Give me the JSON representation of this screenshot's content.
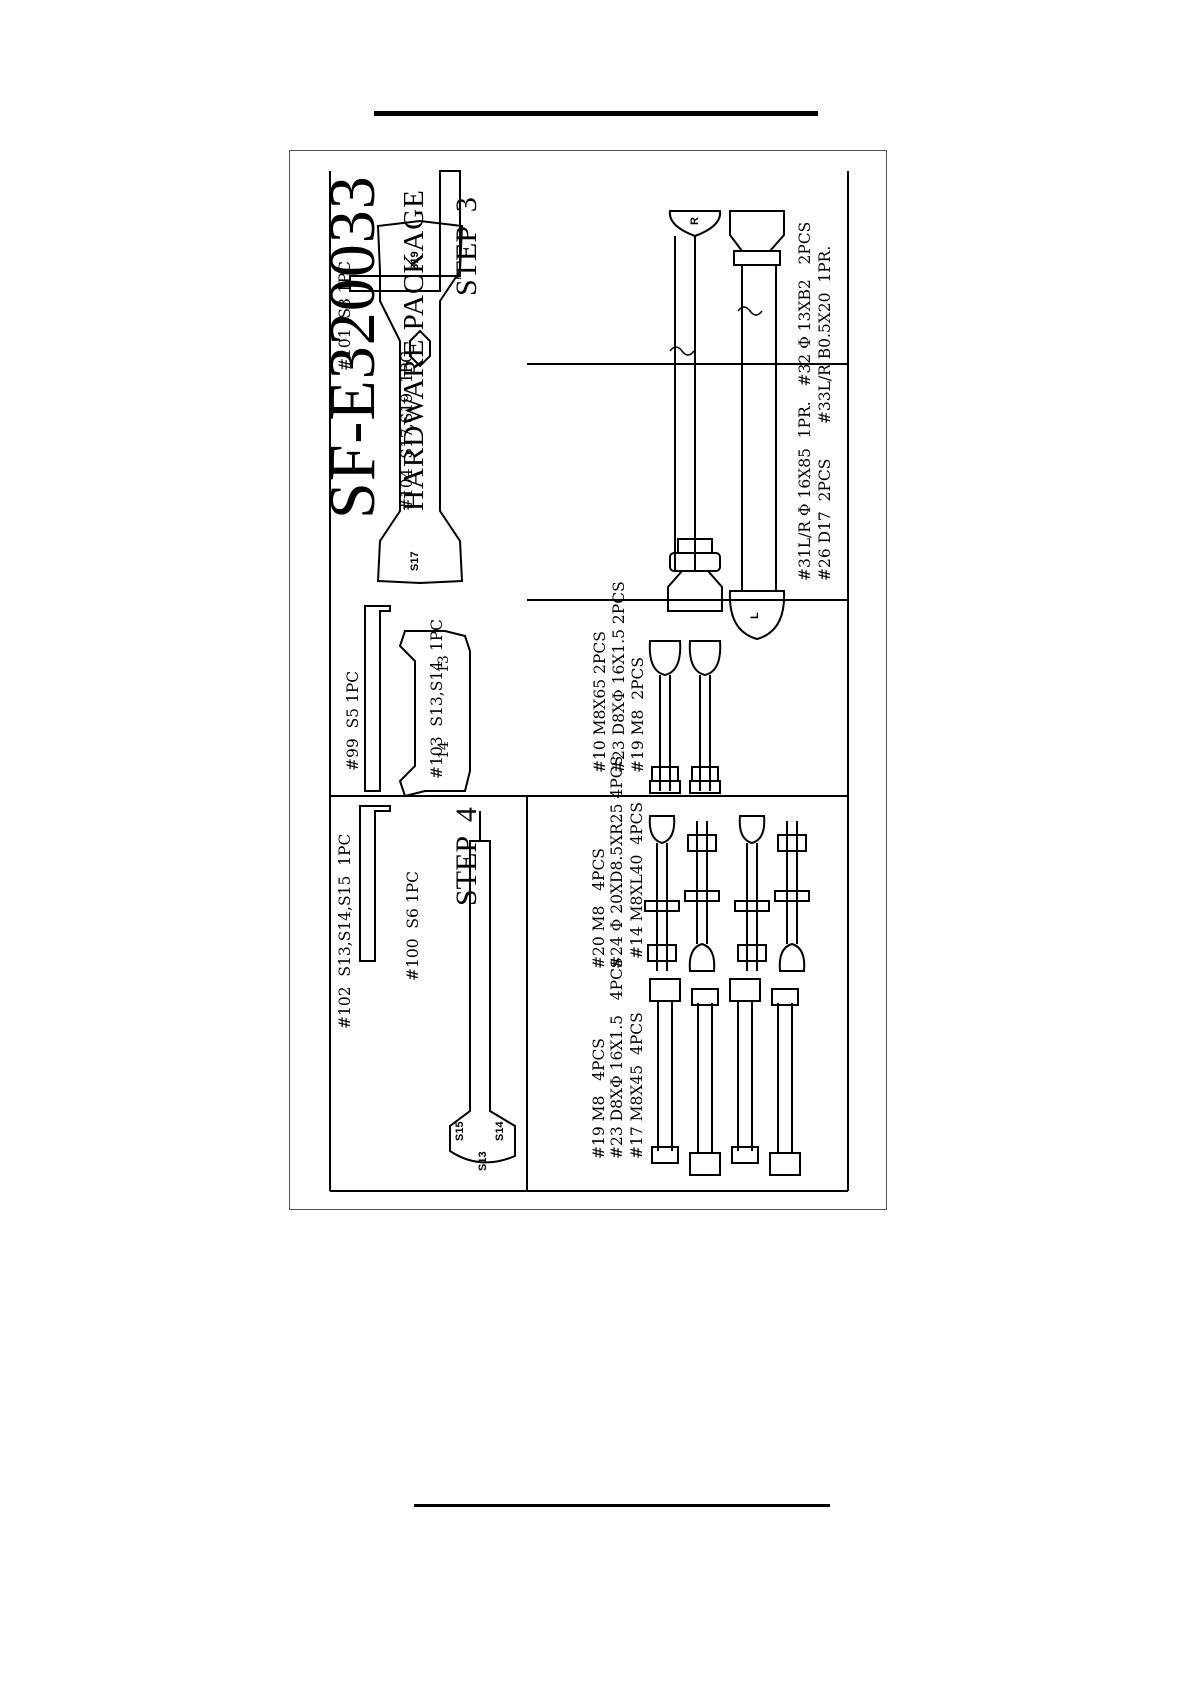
{
  "document": {
    "title": "SF-E320033",
    "subtitle": "HARDWARE PACKAGE"
  },
  "step3": {
    "heading": "STEP  3",
    "labels": {
      "l1": "#31L/R Φ 16X85  1PR.   #32 Φ 13XB2   2PCS",
      "l2": "#26 D17  2PCS       #33L/R B0.5X20  1PR.",
      "l3": "#10 M8X65 2PCS",
      "l4": "#23 D8XΦ 16X1.5 2PCS",
      "l5": "#19 M8  2PCS"
    },
    "axle_marks": {
      "right": "R",
      "left": "L"
    }
  },
  "step4": {
    "heading": "STEP  4",
    "labels": {
      "l1": "#14 M8XL40  4PCS",
      "l2": "#24 Φ 20XD8.5XR25 4PCS",
      "l3": "#20 M8   4PCS",
      "l4": "#17 M8X45  4PCS",
      "l5": "#23 D8XΦ 16X1.5   4PCS",
      "l6": "#19 M8   4PCS"
    }
  },
  "tools": {
    "t101": "#101  S8 1PC",
    "t104": "#104  S17,S19  1PC",
    "t103": "#103  S13,S14  1PC",
    "t99": "#99  S5 1PC",
    "t100": "#100  S6 1PC",
    "t102": "#102  S13,S14,S15  1PC",
    "marks": {
      "s19": "S19",
      "s17": "S17",
      "n13": "13",
      "n14": "14",
      "s13": "S13",
      "s14": "S14",
      "s15": "S15"
    }
  }
}
